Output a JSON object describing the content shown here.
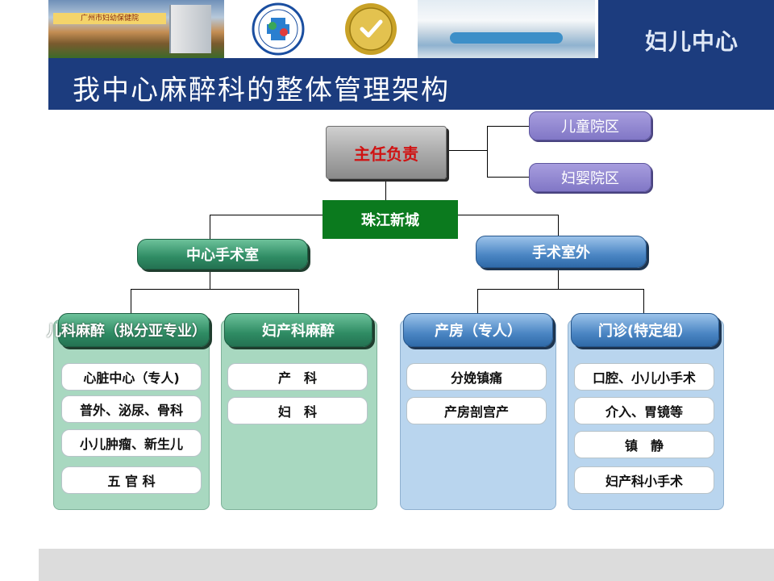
{
  "header": {
    "brand": "妇儿中心",
    "hospital_sign": "广州市妇幼保健院",
    "title": "我中心麻醉科的整体管理架构"
  },
  "org_chart": {
    "director": "主任负责",
    "campuses": [
      "儿童院区",
      "妇婴院区"
    ],
    "site": "珠江新城",
    "divisions": [
      {
        "name": "中心手术室",
        "groups": [
          {
            "name": "儿科麻醉（拟分亚专业）",
            "items": [
              "心脏中心（专人)",
              "普外、泌尿、骨科",
              "小儿肿瘤、新生儿",
              "五 官 科"
            ]
          },
          {
            "name": "妇产科麻醉",
            "items": [
              "产　科",
              "妇　科"
            ]
          }
        ]
      },
      {
        "name": "手术室外",
        "groups": [
          {
            "name": "产房（专人）",
            "items": [
              "分娩镇痛",
              "产房剖宫产"
            ]
          },
          {
            "name": "门诊(特定组）",
            "items": [
              "口腔、小儿小手术",
              "介入、胃镜等",
              "镇　静",
              "妇产科小手术"
            ]
          }
        ]
      }
    ]
  },
  "colors": {
    "title_bar": "#1c3c7e",
    "director_text": "#d01212",
    "site_box": "#0b7a1e",
    "campus_box": "#8177c6",
    "green_pill": "#2f8c64",
    "blue_pill": "#4b86c4"
  }
}
